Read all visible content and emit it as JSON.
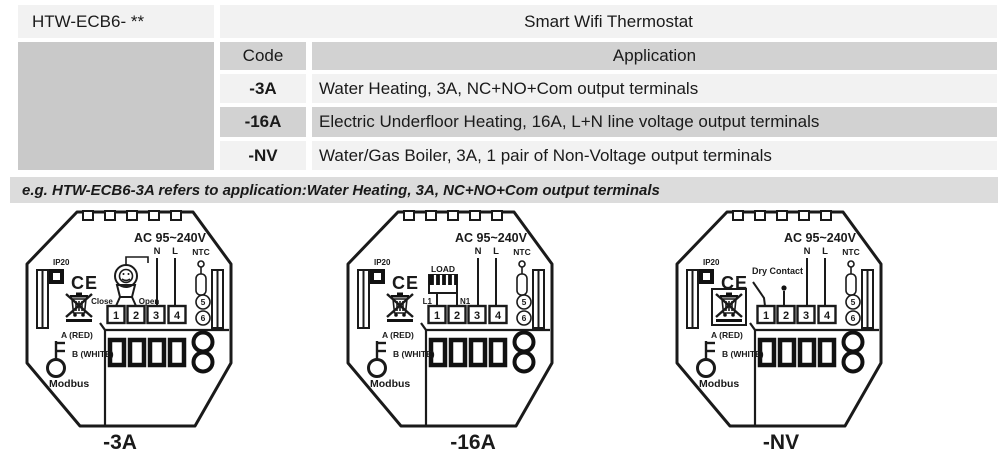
{
  "table": {
    "model": "HTW-ECB6- **",
    "title": "Smart Wifi Thermostat",
    "headers": {
      "code": "Code",
      "application": "Application"
    },
    "rows": [
      {
        "code": "-3A",
        "application": "Water Heating, 3A, NC+NO+Com output terminals"
      },
      {
        "code": "-16A",
        "application": "Electric Underfloor Heating, 16A, L+N line voltage output terminals"
      },
      {
        "code": "-NV",
        "application": "Water/Gas Boiler, 3A, 1 pair of Non-Voltage output terminals"
      }
    ],
    "note": "e.g. HTW-ECB6-3A refers to application:Water Heating, 3A, NC+NO+Com output terminals"
  },
  "diagram_common": {
    "ac_voltage": "AC 95~240V",
    "neutral": "N",
    "line": "L",
    "ntc": "NTC",
    "terminals": [
      "1",
      "2",
      "3",
      "4"
    ],
    "sensor_terminals": [
      "5",
      "6"
    ],
    "ip_rating": "IP20",
    "ce_mark": "CE",
    "modbus_a": "A (RED)",
    "modbus_b": "B (WHITE)",
    "modbus": "Modbus"
  },
  "diagrams": [
    {
      "caption": "-3A",
      "labels": {
        "close": "Close",
        "open": "Open"
      }
    },
    {
      "caption": "-16A",
      "labels": {
        "load": "LOAD",
        "l1": "L1",
        "n1": "N1"
      }
    },
    {
      "caption": "-NV",
      "labels": {
        "dry_contact": "Dry Contact"
      }
    }
  ],
  "colors": {
    "cell_light": "#f2f2f2",
    "cell_gray": "#d2d2d2",
    "left_span_gray": "#c9c9c9",
    "note_bar": "#dcdcdc",
    "diagram_line": "#1a1a1a"
  }
}
